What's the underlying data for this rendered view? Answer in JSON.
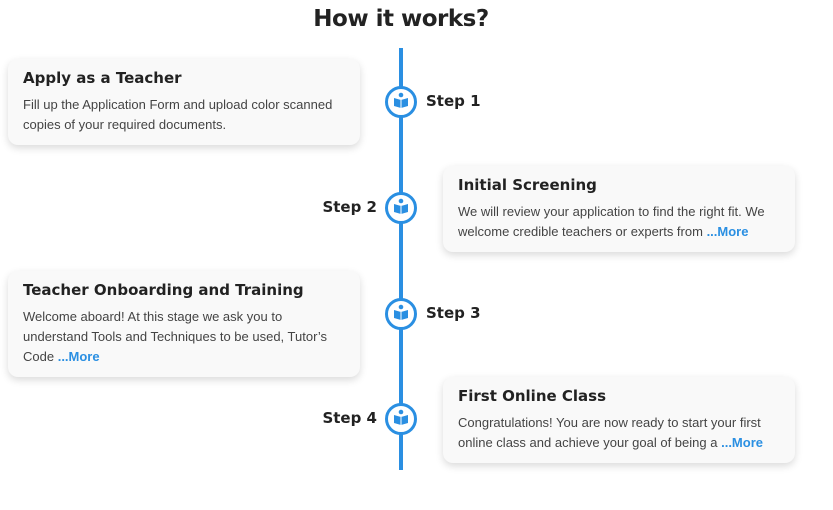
{
  "title": "How it works?",
  "steps": [
    {
      "label": "Step 1",
      "heading": "Apply as a Teacher",
      "text": "Fill up the Application Form and upload color scanned copies of your required documents.",
      "more": ""
    },
    {
      "label": "Step 2",
      "heading": "Initial Screening",
      "text": "We will review your application to find the right fit. We welcome credible teachers or experts from",
      "more": "...More"
    },
    {
      "label": "Step 3",
      "heading": "Teacher Onboarding and Training",
      "text": "Welcome aboard! At this stage we ask you to understand Tools and Techniques to be used, Tutor’s Code",
      "more": "...More"
    },
    {
      "label": "Step 4",
      "heading": "First Online Class",
      "text": "Congratulations! You are now ready to start your first online class and achieve your goal of being a",
      "more": "...More"
    }
  ],
  "colors": {
    "accent": "#2a8fe2"
  }
}
